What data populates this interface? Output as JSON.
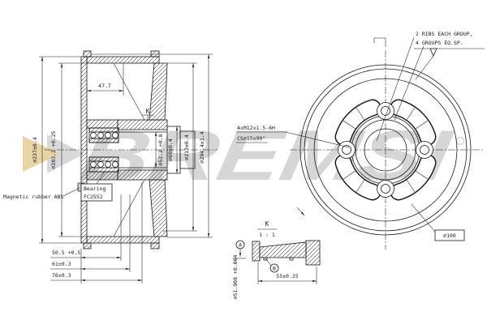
{
  "watermark": {
    "brand": "BREMSI"
  },
  "notes": {
    "ribs_line1": "2 RIBS EACH GROUP,",
    "ribs_line2": "4 GROUPS EQ.SP.",
    "bolt_spec_line1": "4xM12x1.5-6H",
    "bolt_spec_line2": "CS∅15x90°",
    "abs": "Magnetic rubber ABS",
    "bearing_line1": "Bearing",
    "bearing_line2": "FC2552",
    "bolt_circle_ref": "∅100"
  },
  "section_view": {
    "dims": {
      "outer_dia": "∅237±0.4",
      "inner_dia": "∅203.2 +0.25",
      "depth_top": "47.7",
      "bore_dia": "∅52.2 +0.8",
      "hub_dia": "∅60±0.4",
      "rib_dia": "∅213±0.4",
      "flange_dia": "∅294.4±1.4",
      "depth1": "50.5 +0.5",
      "depth2": "61±0.3",
      "depth3": "76±0.3",
      "detail_ref": "K"
    }
  },
  "detail_view": {
    "label": "K",
    "scale": "1 : 1",
    "width_dim": "55±0.25",
    "seat_dia": "∅51.908 +0.064",
    "marker_a": "A",
    "marker_b": "B"
  }
}
